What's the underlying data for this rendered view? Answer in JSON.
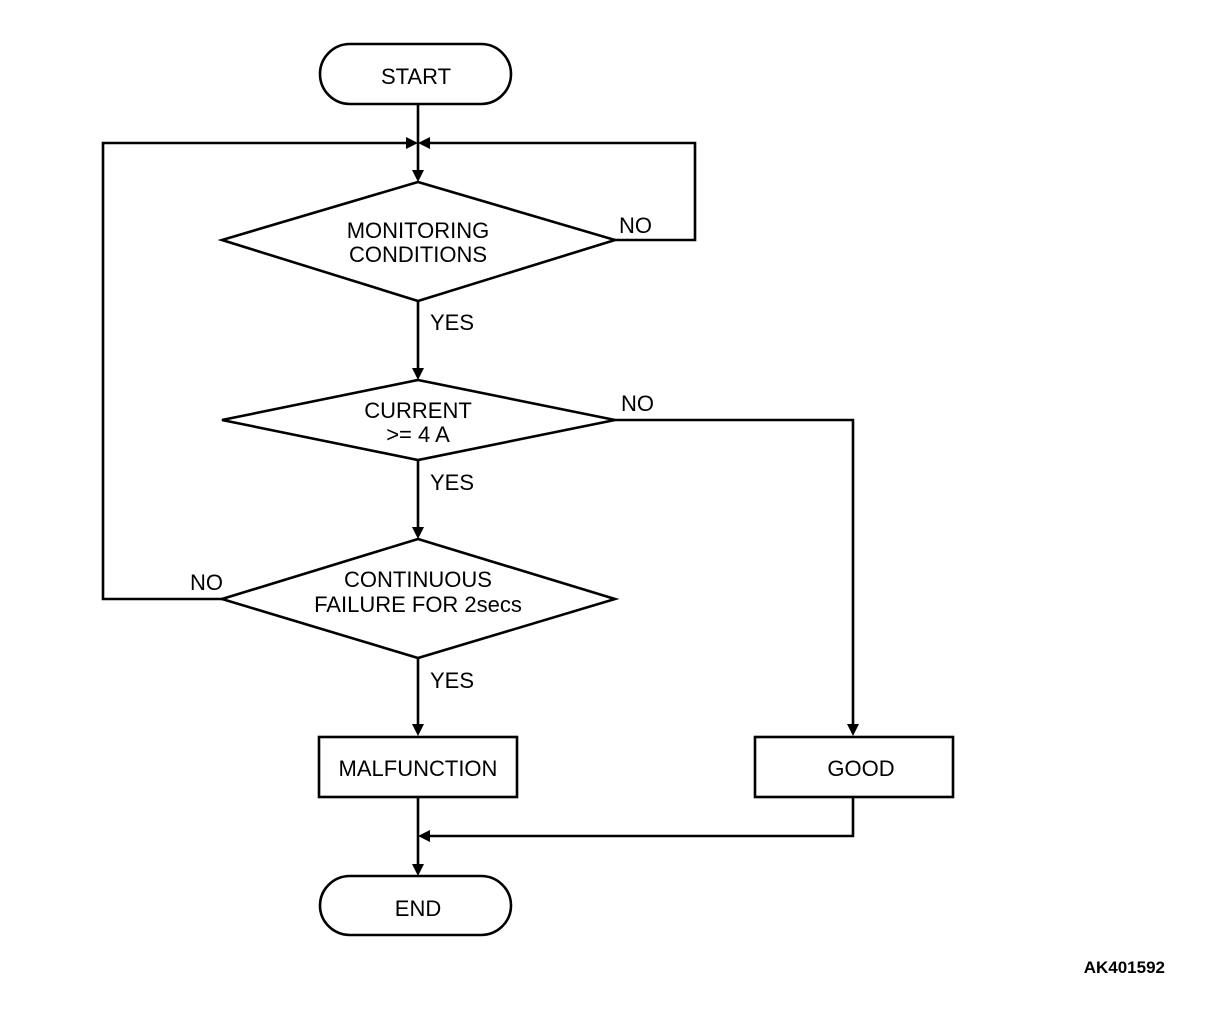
{
  "flowchart": {
    "start": "START",
    "end": "END",
    "decisions": {
      "monitoring": [
        "MONITORING",
        "CONDITIONS"
      ],
      "current": [
        "CURRENT",
        ">= 4 A"
      ],
      "continuous": [
        "CONTINUOUS",
        "FAILURE FOR 2secs"
      ]
    },
    "outcomes": {
      "malfunction": "MALFUNCTION",
      "good": "GOOD"
    },
    "branch_labels": {
      "yes": "YES",
      "no": "NO"
    }
  },
  "figure_id": "AK401592"
}
